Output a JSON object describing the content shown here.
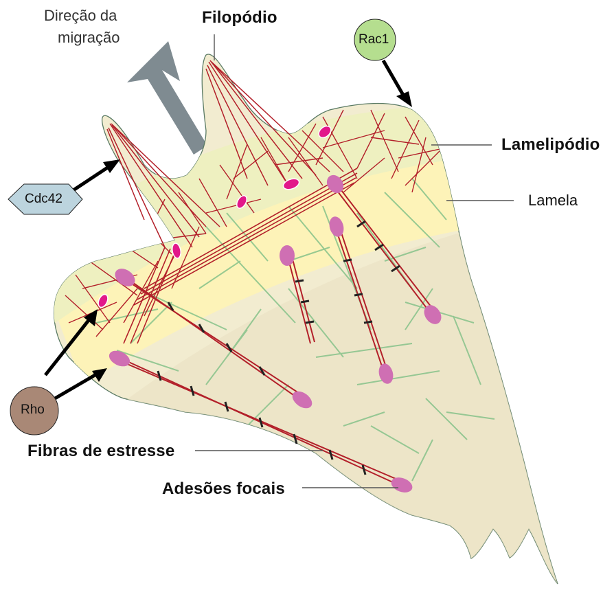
{
  "labels": {
    "direction_line1": "Direção da",
    "direction_line2": "migração",
    "filopodio": "Filopódio",
    "lamelipodio": "Lamelipódio",
    "lamela": "Lamela",
    "fibras": "Fibras de estresse",
    "adesoes": "Adesões focais"
  },
  "nodes": {
    "rac1": "Rac1",
    "cdc42": "Cdc42",
    "rho": "Rho"
  },
  "colors": {
    "cell_body": "#f2ecd0",
    "lamella": "#fdf3b8",
    "lamellipodium": "#eef0c0",
    "actin": "#b3202a",
    "microtubule": "#86c28a",
    "adhesion": "#cf6fb3",
    "adhesion_small": "#e2188a",
    "arrow": "#7f8b91",
    "rac1_fill": "#b5de8f",
    "cdc42_fill": "#bcd4de",
    "rho_fill": "#a98876"
  }
}
